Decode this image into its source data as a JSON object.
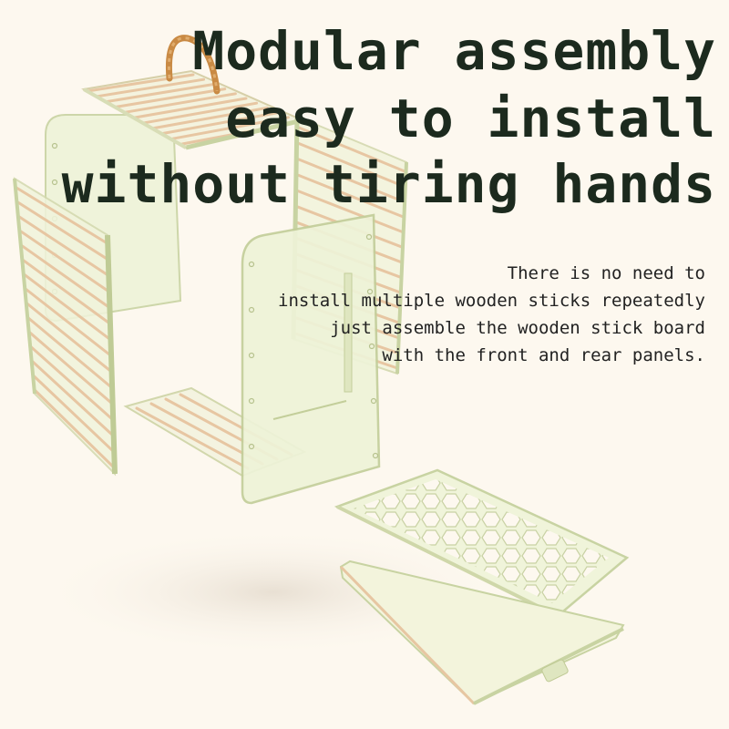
{
  "headline": {
    "line1": "Modular assembly",
    "line2": "easy to install",
    "line3": "without tiring hands"
  },
  "description": {
    "line1": "There is no need to",
    "line2": "install multiple wooden sticks repeatedly",
    "line3": "just assemble the wooden stick board",
    "line4": "with the front and rear panels."
  },
  "colors": {
    "background": "#fdf8ef",
    "headline_text": "#1c2a1e",
    "acrylic_panel": "#eef3d8",
    "wooden_stick": "#e7c6a2",
    "handle": "#c98a44"
  },
  "icons": [
    "cage-handle-icon",
    "top-stick-board-icon",
    "side-stick-board-icon",
    "front-panel-icon",
    "rear-panel-icon",
    "bottom-stick-frame-icon",
    "hex-mesh-tray-icon",
    "drawer-tray-icon"
  ]
}
